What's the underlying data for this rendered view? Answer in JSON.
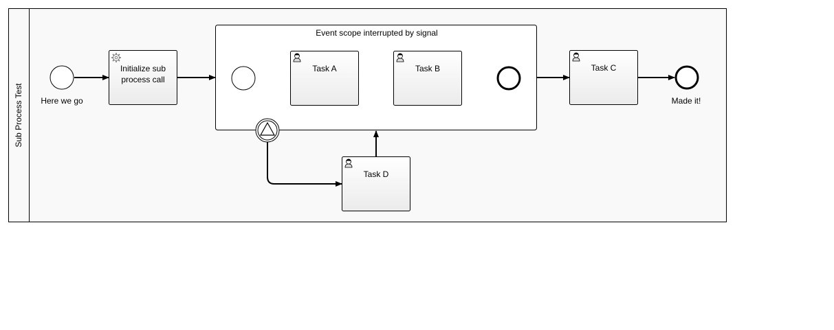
{
  "pool": {
    "lane_label": "Sub Process Test"
  },
  "events": {
    "start_label": "Here we go",
    "end_label": "Made it!"
  },
  "tasks": {
    "init": {
      "line1": "Initialize sub",
      "line2": "process call",
      "kind": "service-task"
    },
    "a": {
      "label": "Task A",
      "kind": "user-task"
    },
    "b": {
      "label": "Task B",
      "kind": "user-task"
    },
    "c": {
      "label": "Task C",
      "kind": "user-task"
    },
    "d": {
      "label": "Task D",
      "kind": "user-task"
    }
  },
  "subprocess": {
    "title": "Event scope interrupted by signal",
    "boundary_event": "signal-boundary-event"
  },
  "colors": {
    "pool_bg": "#f9f9f9",
    "task_top": "#ffffff",
    "task_bottom": "#ebebeb",
    "stroke": "#000000"
  }
}
